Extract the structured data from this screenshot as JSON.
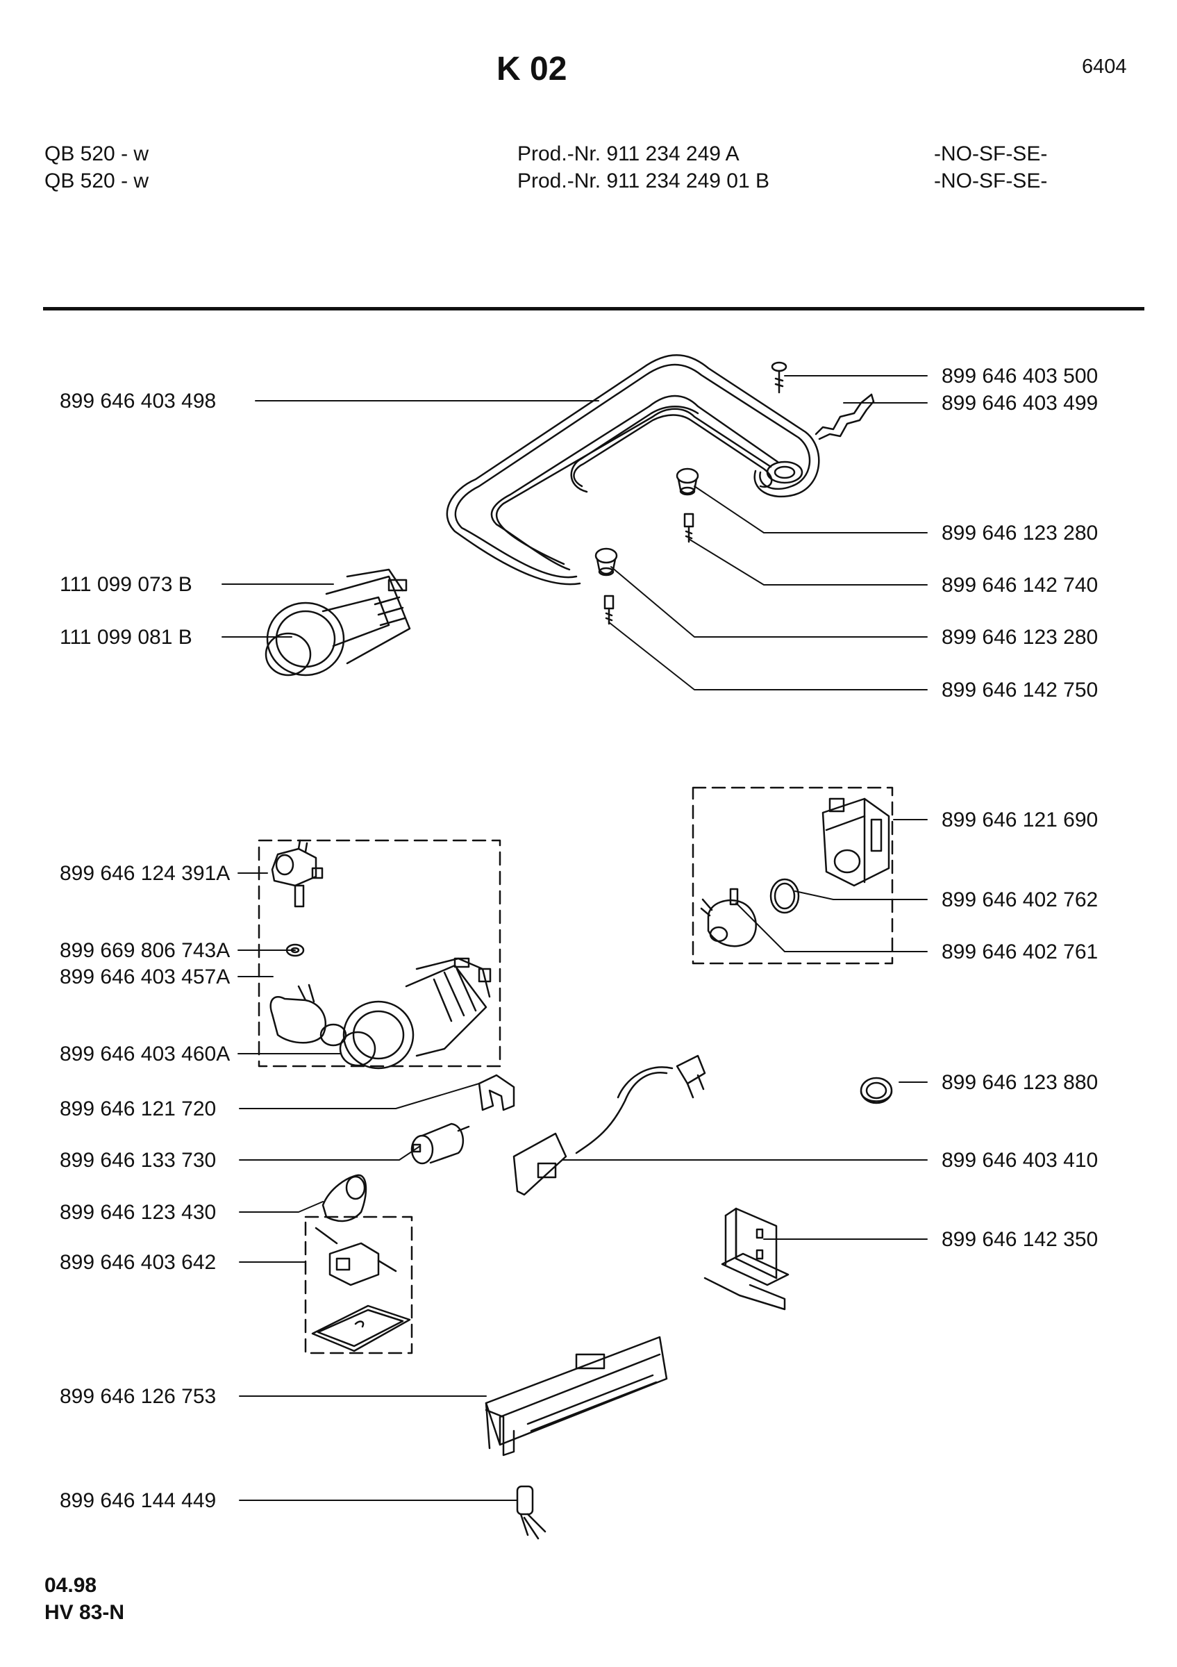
{
  "header": {
    "title": "K 02",
    "page_number": "6404",
    "rows": [
      {
        "model": "QB 520 - w",
        "prod": "Prod.-Nr. 911 234 249 A",
        "region": "-NO-SF-SE-"
      },
      {
        "model": "QB 520 - w",
        "prod": "Prod.-Nr. 911 234 249 01 B",
        "region": "-NO-SF-SE-"
      }
    ]
  },
  "parts_left": [
    "899 646 403 498",
    "111 099 073 B",
    "111 099 081 B",
    "899 646 124 391A",
    "899 669 806 743A",
    "899 646 403 457A",
    "899 646 403 460A",
    "899 646 121 720",
    "899 646 133 730",
    "899 646 123 430",
    "899 646 403 642",
    "899 646 126 753",
    "899 646 144 449"
  ],
  "parts_right": [
    "899 646 403 500",
    "899 646 403 499",
    "899 646 123 280",
    "899 646 142 740",
    "899 646 123 280",
    "899 646 142 750",
    "899 646 121 690",
    "899 646 402 762",
    "899 646 402 761",
    "899 646 123 880",
    "899 646 403 410",
    "899 646 142 350"
  ],
  "footer": {
    "date": "04.98",
    "code": "HV 83-N"
  }
}
